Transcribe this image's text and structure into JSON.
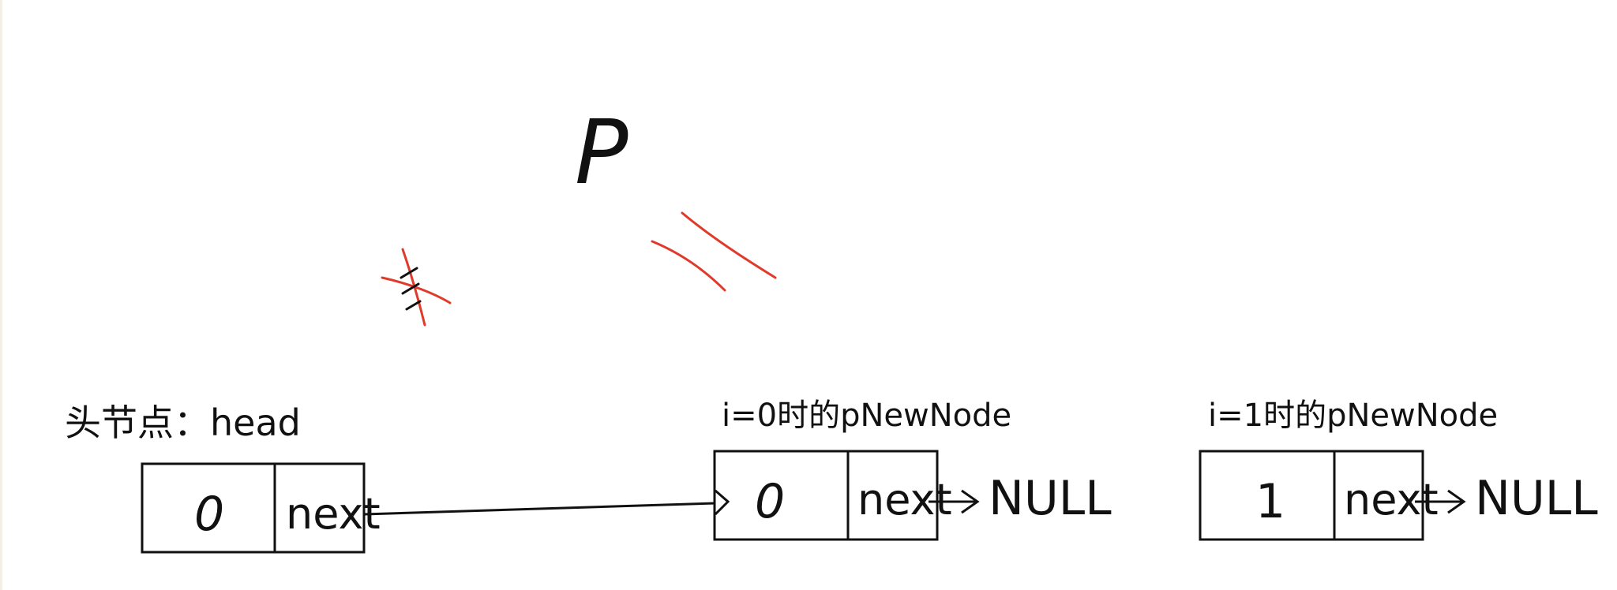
{
  "diagram": {
    "type": "linked-list-sketch",
    "colors": {
      "ink": "#111111",
      "correction": "#e03a2a",
      "background": "#ffffff"
    },
    "pointer_label": "P",
    "nodes": [
      {
        "label": "头节点：head",
        "data": "0",
        "next": "next",
        "points_to": "node-i0"
      },
      {
        "label": "i=0时的pNewNode",
        "data": "0",
        "next": "next",
        "points_to": "NULL"
      },
      {
        "label": "i=1时的pNewNode",
        "data": "1",
        "next": "next",
        "points_to": "NULL"
      }
    ],
    "null_text": "NULL"
  }
}
